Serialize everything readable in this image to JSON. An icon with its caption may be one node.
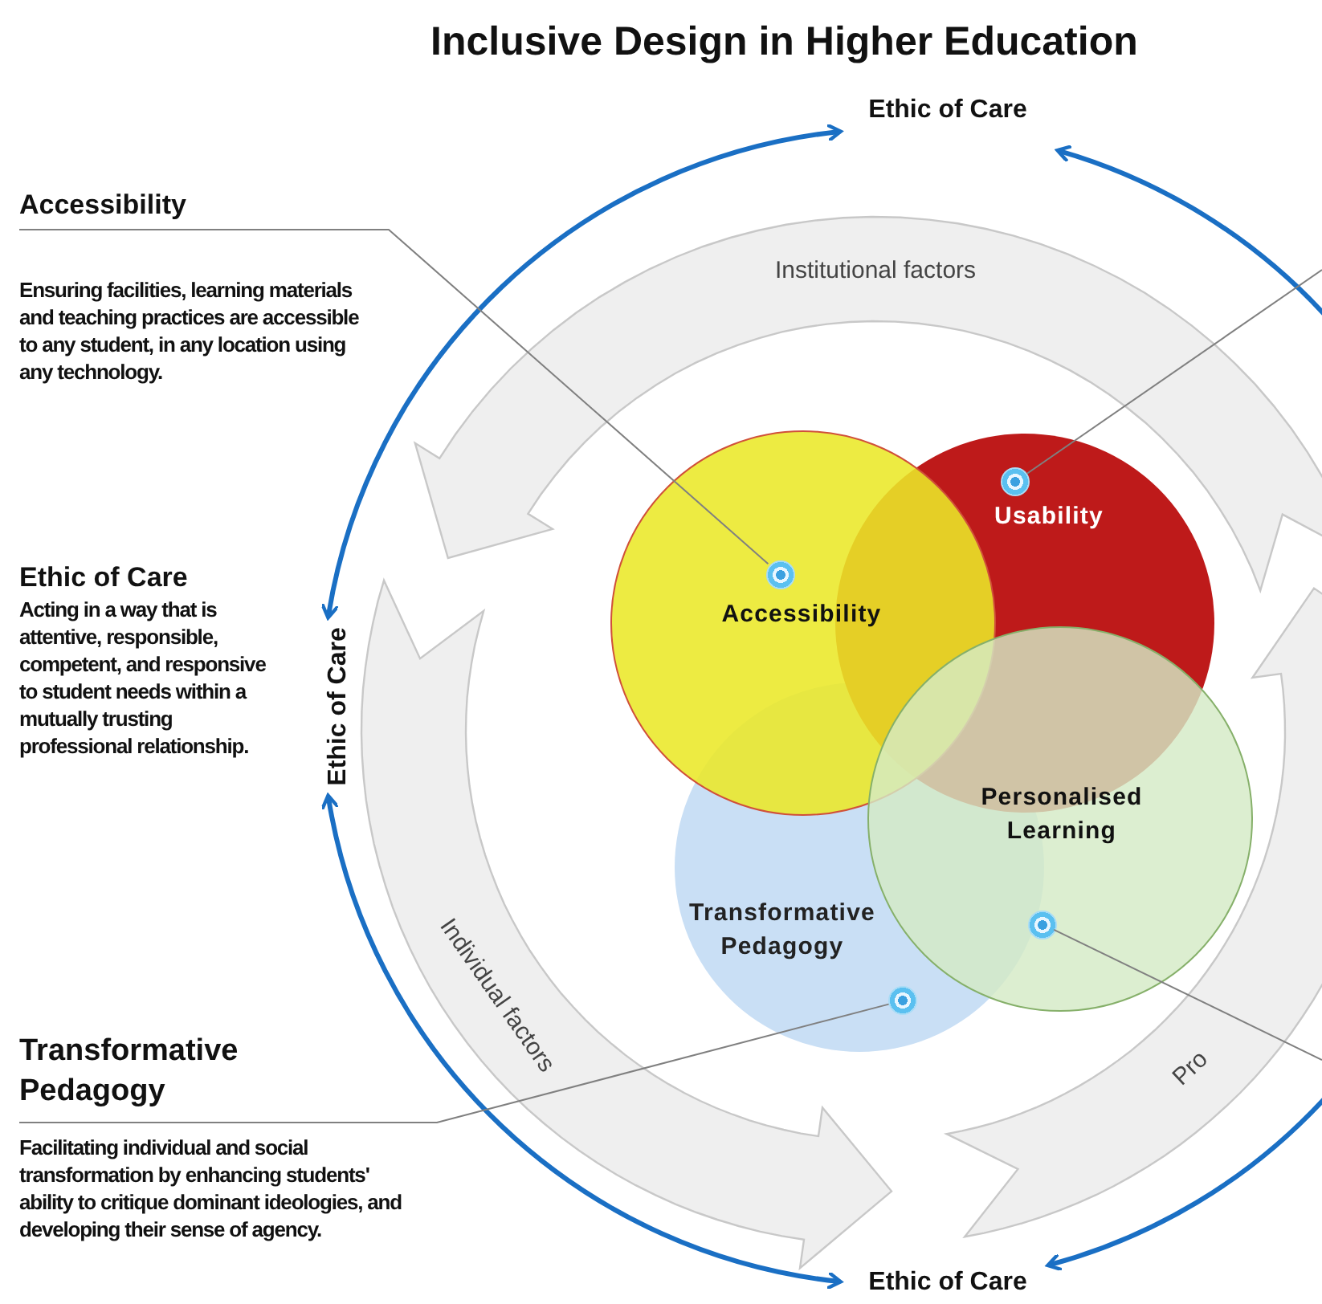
{
  "diagram": {
    "title": "Inclusive Design in Higher Education",
    "nodes": [
      {
        "text": [
          "Accessibility",
          "Ensuring facilities, learning materials and teaching practices are accessible to any student, in any location using any technology."
        ]
      },
      {
        "text": [
          "Ethic of Care",
          "Acting in a way that is attentive, responsible, competent, and responsive to student needs within a mutually trusting professional relationship."
        ]
      },
      {
        "text": [
          "Transformative Pedagogy",
          "Facilitating individual and social transformation by enhancing students' ability to critique dominant ideologies, and developing their sense of agency."
        ]
      },
      {
        "text": [
          "Accessibility"
        ]
      },
      {
        "text": [
          "Usability"
        ]
      },
      {
        "text": [
          "Personalised Learning"
        ]
      },
      {
        "text": [
          "Transformative Pedagogy"
        ]
      },
      {
        "text": [],
        "shape": "circle",
        "in": 3
      },
      {
        "text": [],
        "shape": "circle",
        "in": 4
      },
      {
        "text": [],
        "shape": "circle",
        "in": 5
      },
      {
        "text": [],
        "shape": "circle",
        "in": 6
      },
      {
        "text": [
          "Ethic of Care"
        ]
      },
      {
        "text": [
          "Ethic of Care"
        ]
      },
      {
        "text": [
          "Ethic of Care"
        ]
      },
      {
        "text": [
          "Institutional factors"
        ]
      },
      {
        "text": [
          "Individual factors"
        ]
      },
      {
        "text": [
          "Pro"
        ]
      }
    ],
    "edges": [
      {
        "from": 0,
        "to": 7,
        "arrow": "none"
      },
      {
        "from": 2,
        "to": 10,
        "arrow": "none"
      },
      {
        "from": 8,
        "to": null,
        "arrow": "none"
      },
      {
        "from": 9,
        "to": null,
        "arrow": "none"
      },
      {
        "from": 11,
        "to": 12,
        "arrow": "both",
        "color": "#1a6fc4",
        "style": "thick"
      },
      {
        "from": 12,
        "to": 13,
        "arrow": "both",
        "color": "#1a6fc4",
        "style": "thick"
      },
      {
        "from": null,
        "to": 11,
        "arrow": "to",
        "color": "#1a6fc4",
        "style": "thick"
      },
      {
        "from": null,
        "to": 13,
        "arrow": "to",
        "color": "#1a6fc4",
        "style": "thick"
      }
    ]
  }
}
